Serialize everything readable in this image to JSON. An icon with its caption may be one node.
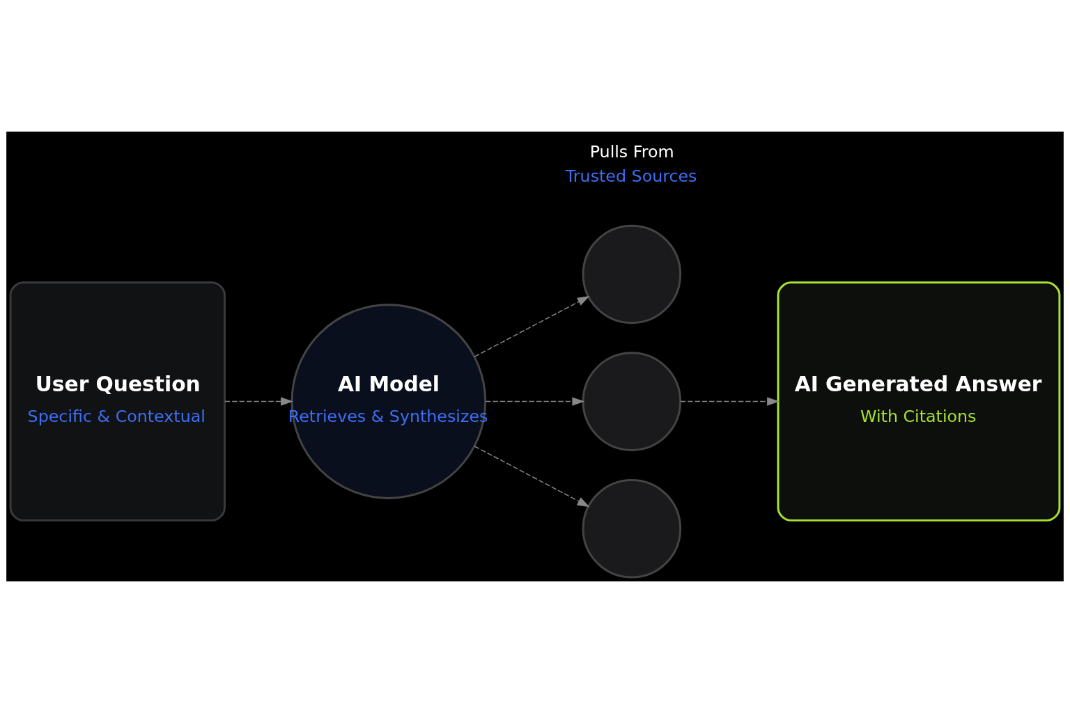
{
  "diagram": {
    "nodes": [
      {
        "text": [
          "User Question",
          "Specific & Contextual"
        ]
      },
      {
        "text": [
          "AI Model",
          "Retrieves & Synthesizes"
        ]
      },
      {
        "text": [],
        "shape": "circle"
      },
      {
        "text": [],
        "shape": "circle"
      },
      {
        "text": [],
        "shape": "circle"
      },
      {
        "text": [
          "AI Generated Answer",
          "With Citations"
        ]
      }
    ],
    "edges": [
      {
        "from": 0,
        "to": 1,
        "arrow": "to",
        "style": "dashed"
      },
      {
        "from": 1,
        "to": 2,
        "arrow": "to",
        "style": "dashed"
      },
      {
        "from": 1,
        "to": 3,
        "arrow": "to",
        "style": "dashed"
      },
      {
        "from": 1,
        "to": 4,
        "arrow": "to",
        "style": "dashed"
      },
      {
        "from": 3,
        "to": 5,
        "arrow": "to",
        "style": "dashed"
      }
    ],
    "labels": [
      "Pulls From",
      "Trusted Sources"
    ]
  }
}
